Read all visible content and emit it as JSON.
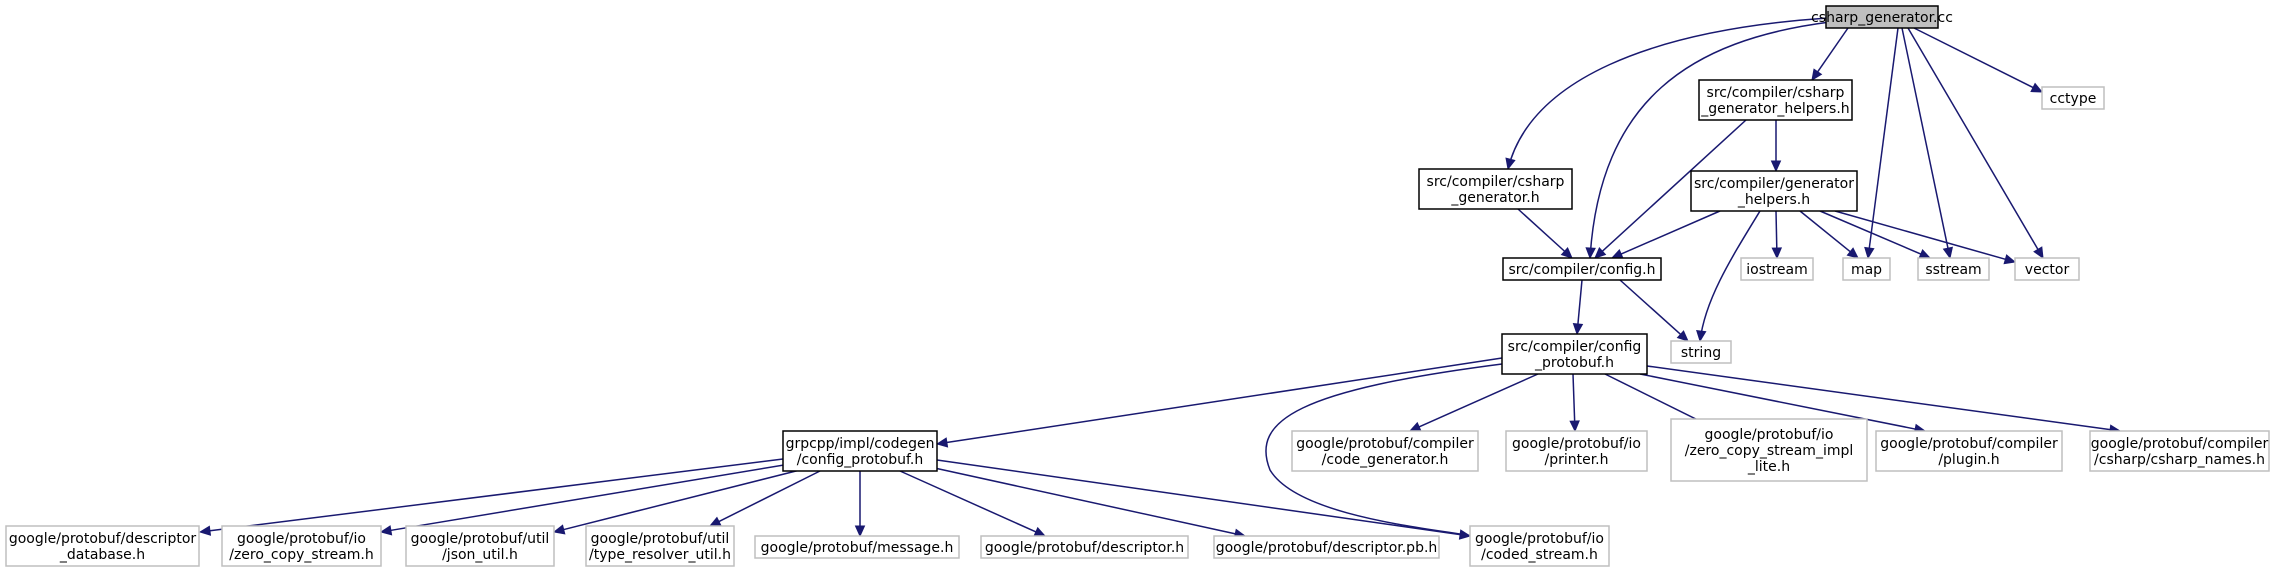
{
  "nodes": [
    {
      "id": "root",
      "kind": "root",
      "lines": [
        "csharp_generator.cc"
      ]
    },
    {
      "id": "csharp_helpers",
      "kind": "main",
      "lines": [
        "src/compiler/csharp",
        "_generator_helpers.h"
      ]
    },
    {
      "id": "cctype",
      "kind": "ext",
      "lines": [
        "cctype"
      ]
    },
    {
      "id": "csharp_gen_h",
      "kind": "main",
      "lines": [
        "src/compiler/csharp",
        "_generator.h"
      ]
    },
    {
      "id": "gen_helpers",
      "kind": "main",
      "lines": [
        "src/compiler/generator",
        "_helpers.h"
      ]
    },
    {
      "id": "config_h",
      "kind": "main",
      "lines": [
        "src/compiler/config.h"
      ]
    },
    {
      "id": "iostream",
      "kind": "ext",
      "lines": [
        "iostream"
      ]
    },
    {
      "id": "map",
      "kind": "ext",
      "lines": [
        "map"
      ]
    },
    {
      "id": "sstream",
      "kind": "ext",
      "lines": [
        "sstream"
      ]
    },
    {
      "id": "vector",
      "kind": "ext",
      "lines": [
        "vector"
      ]
    },
    {
      "id": "string",
      "kind": "ext",
      "lines": [
        "string"
      ]
    },
    {
      "id": "config_protobuf",
      "kind": "main",
      "lines": [
        "src/compiler/config",
        "_protobuf.h"
      ]
    },
    {
      "id": "grpcpp_config",
      "kind": "main",
      "lines": [
        "grpcpp/impl/codegen",
        "/config_protobuf.h"
      ]
    },
    {
      "id": "code_generator",
      "kind": "ext",
      "lines": [
        "google/protobuf/compiler",
        "/code_generator.h"
      ]
    },
    {
      "id": "printer",
      "kind": "ext",
      "lines": [
        "google/protobuf/io",
        "/printer.h"
      ]
    },
    {
      "id": "zcs_impl_lite",
      "kind": "ext",
      "lines": [
        "google/protobuf/io",
        "/zero_copy_stream_impl",
        "_lite.h"
      ]
    },
    {
      "id": "plugin",
      "kind": "ext",
      "lines": [
        "google/protobuf/compiler",
        "/plugin.h"
      ]
    },
    {
      "id": "csharp_names",
      "kind": "ext",
      "lines": [
        "google/protobuf/compiler",
        "/csharp/csharp_names.h"
      ]
    },
    {
      "id": "descriptor_database",
      "kind": "ext",
      "lines": [
        "google/protobuf/descriptor",
        "_database.h"
      ]
    },
    {
      "id": "zero_copy_stream",
      "kind": "ext",
      "lines": [
        "google/protobuf/io",
        "/zero_copy_stream.h"
      ]
    },
    {
      "id": "json_util",
      "kind": "ext",
      "lines": [
        "google/protobuf/util",
        "/json_util.h"
      ]
    },
    {
      "id": "type_resolver_util",
      "kind": "ext",
      "lines": [
        "google/protobuf/util",
        "/type_resolver_util.h"
      ]
    },
    {
      "id": "message",
      "kind": "ext",
      "lines": [
        "google/protobuf/message.h"
      ]
    },
    {
      "id": "descriptor",
      "kind": "ext",
      "lines": [
        "google/protobuf/descriptor.h"
      ]
    },
    {
      "id": "descriptor_pb",
      "kind": "ext",
      "lines": [
        "google/protobuf/descriptor.pb.h"
      ]
    },
    {
      "id": "coded_stream",
      "kind": "ext",
      "lines": [
        "google/protobuf/io",
        "/coded_stream.h"
      ]
    }
  ],
  "edges": [
    [
      "root",
      "csharp_helpers"
    ],
    [
      "root",
      "cctype"
    ],
    [
      "root",
      "csharp_gen_h"
    ],
    [
      "root",
      "config_h"
    ],
    [
      "root",
      "map"
    ],
    [
      "root",
      "sstream"
    ],
    [
      "root",
      "vector"
    ],
    [
      "csharp_helpers",
      "config_h"
    ],
    [
      "csharp_helpers",
      "gen_helpers"
    ],
    [
      "csharp_gen_h",
      "config_h"
    ],
    [
      "gen_helpers",
      "config_h"
    ],
    [
      "gen_helpers",
      "iostream"
    ],
    [
      "gen_helpers",
      "map"
    ],
    [
      "gen_helpers",
      "sstream"
    ],
    [
      "gen_helpers",
      "vector"
    ],
    [
      "gen_helpers",
      "string"
    ],
    [
      "config_h",
      "config_protobuf"
    ],
    [
      "config_h",
      "string"
    ],
    [
      "config_protobuf",
      "grpcpp_config"
    ],
    [
      "config_protobuf",
      "code_generator"
    ],
    [
      "config_protobuf",
      "printer"
    ],
    [
      "config_protobuf",
      "zcs_impl_lite"
    ],
    [
      "config_protobuf",
      "plugin"
    ],
    [
      "config_protobuf",
      "csharp_names"
    ],
    [
      "config_protobuf",
      "coded_stream"
    ],
    [
      "grpcpp_config",
      "descriptor_database"
    ],
    [
      "grpcpp_config",
      "zero_copy_stream"
    ],
    [
      "grpcpp_config",
      "json_util"
    ],
    [
      "grpcpp_config",
      "type_resolver_util"
    ],
    [
      "grpcpp_config",
      "message"
    ],
    [
      "grpcpp_config",
      "descriptor"
    ],
    [
      "grpcpp_config",
      "descriptor_pb"
    ],
    [
      "grpcpp_config",
      "coded_stream"
    ]
  ],
  "colors": {
    "edge": "#191970",
    "root_fill": "#bfbfbf",
    "ext_border": "#bfbfbf",
    "main_border": "#000000"
  }
}
